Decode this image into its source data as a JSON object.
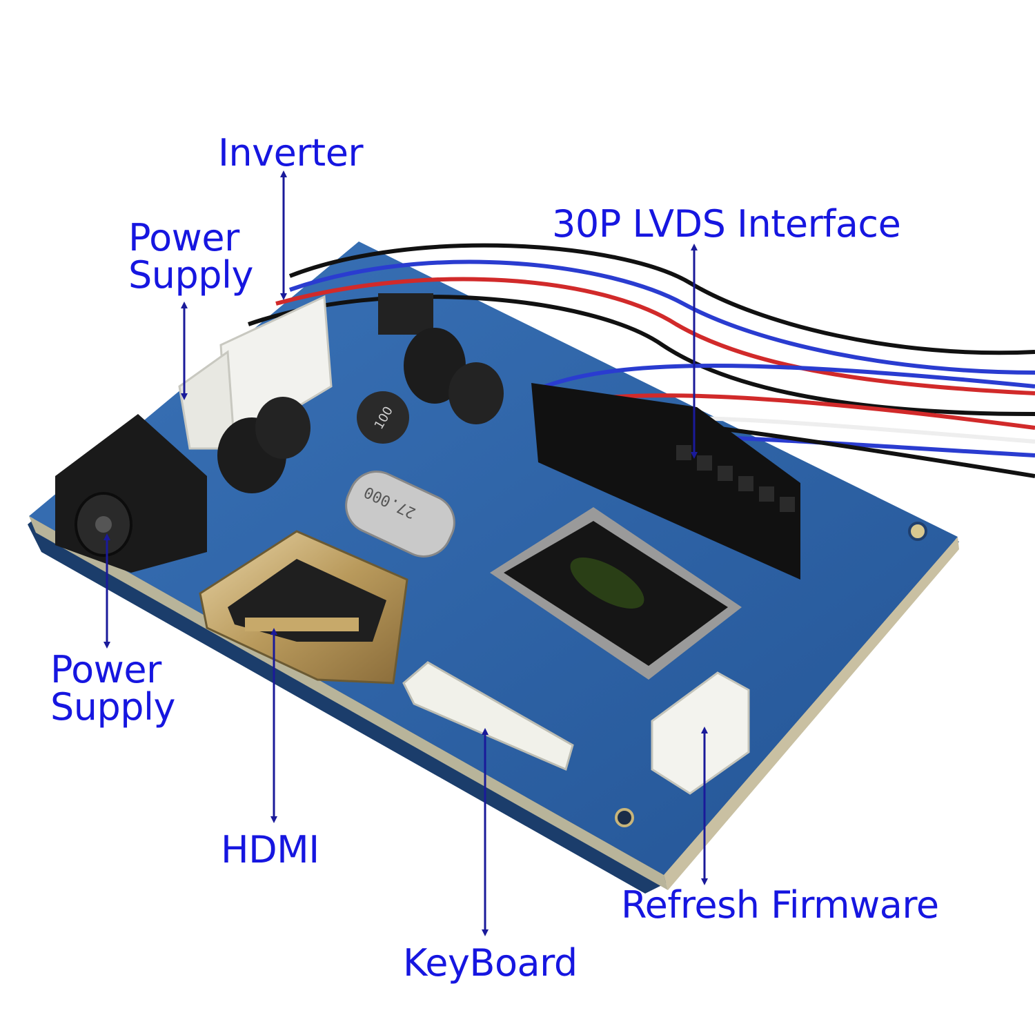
{
  "labels": {
    "inverter": "Inverter",
    "power_supply_top": [
      "Power",
      "Supply"
    ],
    "lvds": "30P LVDS Interface",
    "power_supply_bottom": [
      "Power",
      "Supply"
    ],
    "hdmi": "HDMI",
    "keyboard": "KeyBoard",
    "refresh_firmware": "Refresh Firmware"
  },
  "components": {
    "crystal_marking": "27.000",
    "inductor_marking": "100"
  },
  "colors": {
    "label_text": "#1616e0",
    "arrow": "#1a1a9a",
    "pcb": "#2f63a8",
    "pcb_dark": "#1f4a82"
  }
}
